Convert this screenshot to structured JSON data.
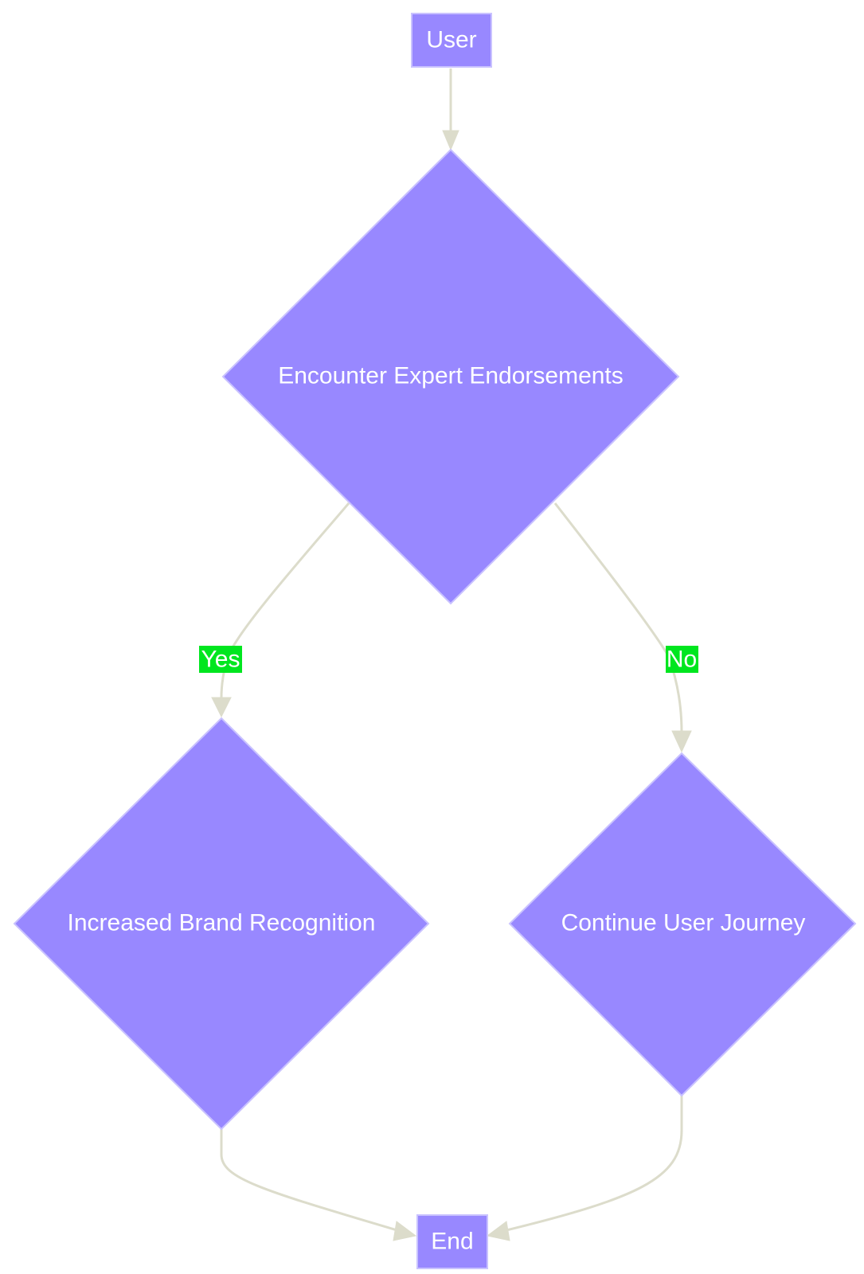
{
  "colors": {
    "node_fill": "#9888ff",
    "node_stroke": "#c9c2ff",
    "edge": "#dcdccb",
    "edge_label_bg": "#00e61f",
    "text": "#ffffff"
  },
  "nodes": {
    "user": {
      "label": "User",
      "shape": "rectangle"
    },
    "encounter": {
      "label": "Encounter Expert Endorsements",
      "shape": "diamond"
    },
    "brand": {
      "label": "Increased Brand Recognition",
      "shape": "diamond"
    },
    "journey": {
      "label": "Continue User Journey",
      "shape": "diamond"
    },
    "end": {
      "label": "End",
      "shape": "rectangle"
    }
  },
  "edges": [
    {
      "from": "user",
      "to": "encounter",
      "label": ""
    },
    {
      "from": "encounter",
      "to": "brand",
      "label": "Yes"
    },
    {
      "from": "encounter",
      "to": "journey",
      "label": "No"
    },
    {
      "from": "brand",
      "to": "end",
      "label": ""
    },
    {
      "from": "journey",
      "to": "end",
      "label": ""
    }
  ]
}
